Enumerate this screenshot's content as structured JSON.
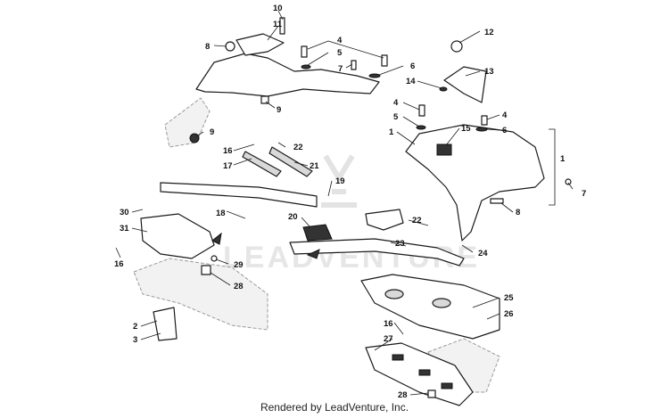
{
  "footer": {
    "rendered_by": "Rendered by LeadVenture, Inc."
  },
  "watermark": {
    "text": "LEADVENTURE"
  },
  "callouts": {
    "c10": "10",
    "c11": "11",
    "c8a": "8",
    "c4a": "4",
    "c5a": "5",
    "c7a": "7",
    "c6a": "6",
    "c9a": "9",
    "c9b": "9",
    "c12": "12",
    "c13": "13",
    "c14": "14",
    "c4b": "4",
    "c5b": "5",
    "c1a": "1",
    "c15": "15",
    "c4c": "4",
    "c6b": "6",
    "c1b": "1",
    "c7b": "7",
    "c8b": "8",
    "c16a": "16",
    "c22a": "22",
    "c17": "17",
    "c21": "21",
    "c19": "19",
    "c30": "30",
    "c18": "18",
    "c20": "20",
    "c22b": "22",
    "c31": "31",
    "c23": "23",
    "c24": "24",
    "c16b": "16",
    "c29": "29",
    "c28a": "28",
    "c25": "25",
    "c26": "26",
    "c2": "2",
    "c3": "3",
    "c16c": "16",
    "c27": "27",
    "c28b": "28"
  }
}
